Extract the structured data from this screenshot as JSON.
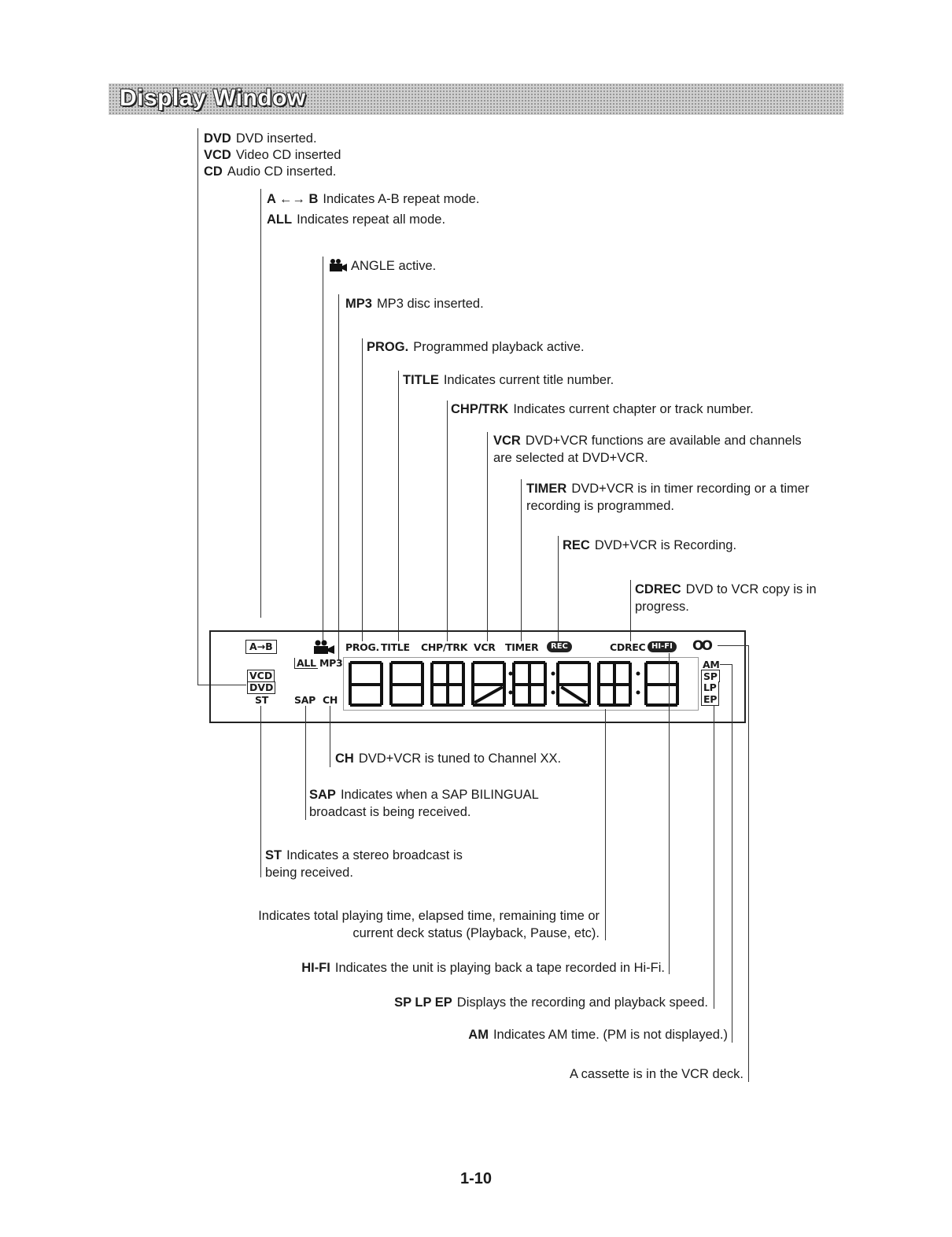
{
  "header": {
    "title": "Display Window"
  },
  "annotations": {
    "dvd": {
      "term": "DVD",
      "text": "DVD inserted."
    },
    "vcd": {
      "term": "VCD",
      "text": "Video CD inserted"
    },
    "cd": {
      "term": "CD",
      "text": "Audio CD inserted."
    },
    "ab": {
      "term": "A ←→ B",
      "text": "Indicates A-B repeat mode."
    },
    "all": {
      "term": "ALL",
      "text": "Indicates repeat all mode."
    },
    "angle": {
      "text": "ANGLE active."
    },
    "mp3": {
      "term": "MP3",
      "text": "MP3 disc inserted."
    },
    "prog": {
      "term": "PROG.",
      "text": "Programmed playback active."
    },
    "title": {
      "term": "TITLE",
      "text": "Indicates current title number."
    },
    "chptrk": {
      "term": "CHP/TRK",
      "text": "Indicates current chapter or track number."
    },
    "vcr": {
      "term": "VCR",
      "text": "DVD+VCR functions are available and channels",
      "text2": "are selected at DVD+VCR."
    },
    "timer": {
      "term": "TIMER",
      "text": "DVD+VCR is in timer recording or a timer",
      "text2": "recording is programmed."
    },
    "rec": {
      "term": "REC",
      "text": "DVD+VCR is Recording."
    },
    "cdrec": {
      "term": "CDREC",
      "text": "DVD to VCR copy is in",
      "text2": "progress."
    },
    "ch": {
      "term": "CH",
      "text": "DVD+VCR is tuned to Channel XX."
    },
    "sap": {
      "term": "SAP",
      "text": "Indicates when a SAP BILINGUAL",
      "text2": "broadcast is being received."
    },
    "st": {
      "term": "ST",
      "text": "Indicates a stereo broadcast is",
      "text2": "being received."
    },
    "time": {
      "text": "Indicates total playing time, elapsed time, remaining time or",
      "text2": "current deck status (Playback, Pause, etc)."
    },
    "hifi": {
      "term": "HI-FI",
      "text": "Indicates the unit is playing back a tape recorded in Hi-Fi."
    },
    "speed": {
      "term": "SP LP EP",
      "text": "Displays the recording and playback speed."
    },
    "am": {
      "term": "AM",
      "text": "Indicates AM time. (PM is not displayed.)"
    },
    "cassette": {
      "text": "A cassette is in the VCR deck."
    }
  },
  "lcd": {
    "ab": "A→B",
    "all": "ALL",
    "mp3": "MP3",
    "prog": "PROG.",
    "title": "TITLE",
    "chptrk": "CHP/TRK",
    "vcr": "VCR",
    "timer": "TIMER",
    "rec": "REC",
    "cdrec": "CDREC",
    "hifi": "HI-FI",
    "cassette": "OO",
    "vcd": "VCD",
    "dvd": "DVD",
    "st": "ST",
    "sap": "SAP",
    "ch": "CH",
    "am": "AM",
    "sp": "SP",
    "lp": "LP",
    "ep": "EP"
  },
  "footer": {
    "page": "1-10"
  }
}
